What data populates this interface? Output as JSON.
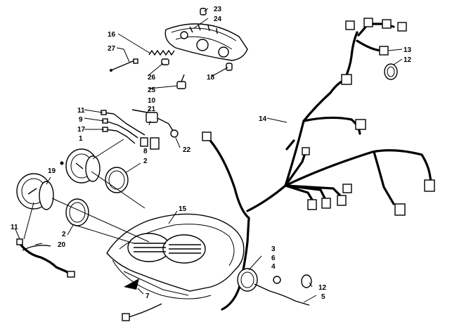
{
  "diagram": {
    "callouts": [
      {
        "id": "c1",
        "label": "1"
      },
      {
        "id": "c2a",
        "label": "2"
      },
      {
        "id": "c2b",
        "label": "2"
      },
      {
        "id": "c3",
        "label": "3"
      },
      {
        "id": "c4",
        "label": "4"
      },
      {
        "id": "c5",
        "label": "5"
      },
      {
        "id": "c6",
        "label": "6"
      },
      {
        "id": "c7",
        "label": "7"
      },
      {
        "id": "c8",
        "label": "8"
      },
      {
        "id": "c9",
        "label": "9"
      },
      {
        "id": "c10",
        "label": "10"
      },
      {
        "id": "c11a",
        "label": "11"
      },
      {
        "id": "c11b",
        "label": "11"
      },
      {
        "id": "c12a",
        "label": "12"
      },
      {
        "id": "c12b",
        "label": "12"
      },
      {
        "id": "c13",
        "label": "13"
      },
      {
        "id": "c14",
        "label": "14"
      },
      {
        "id": "c15",
        "label": "15"
      },
      {
        "id": "c16",
        "label": "16"
      },
      {
        "id": "c17",
        "label": "17"
      },
      {
        "id": "c18",
        "label": "18"
      },
      {
        "id": "c19",
        "label": "19"
      },
      {
        "id": "c20",
        "label": "20"
      },
      {
        "id": "c21",
        "label": "21"
      },
      {
        "id": "c22",
        "label": "22"
      },
      {
        "id": "c23",
        "label": "23"
      },
      {
        "id": "c24",
        "label": "24"
      },
      {
        "id": "c25",
        "label": "25"
      },
      {
        "id": "c26",
        "label": "26"
      },
      {
        "id": "c27",
        "label": "27"
      }
    ]
  }
}
